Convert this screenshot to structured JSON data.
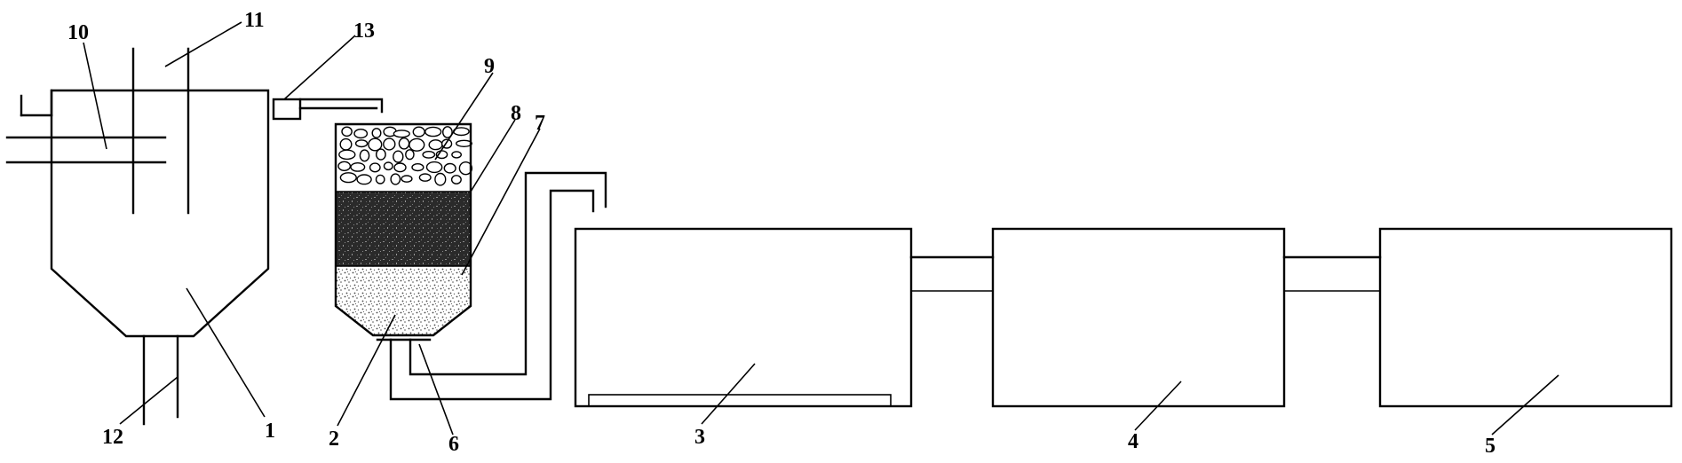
{
  "labels": {
    "n1": "1",
    "n2": "2",
    "n3": "3",
    "n4": "4",
    "n5": "5",
    "n6": "6",
    "n7": "7",
    "n8": "8",
    "n9": "9",
    "n10": "10",
    "n11": "11",
    "n12": "12",
    "n13": "13"
  },
  "colors": {
    "line": "#000000",
    "background": "#ffffff",
    "stone_fill": "#ffffff",
    "dark_media": "#222222",
    "sand_dots": "#555555"
  }
}
